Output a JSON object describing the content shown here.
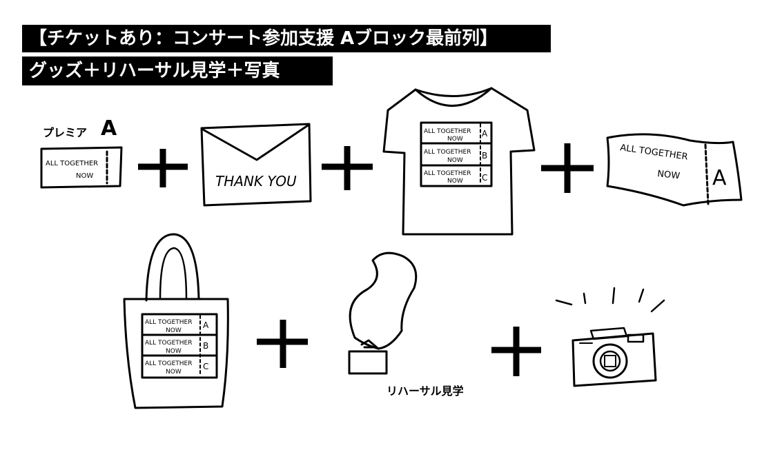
{
  "banners": {
    "line1": "【チケットあり：コンサート参加支援 Aブロック最前列】",
    "line2": "グッズ＋リハーサル見学＋写真"
  },
  "ticket": {
    "badge_label": "プレミア",
    "badge_letter": "A",
    "line1": "ALL TOGETHER",
    "line2": "NOW"
  },
  "envelope": {
    "text": "THANK YOU"
  },
  "tshirt": {
    "rows": [
      {
        "l1": "ALL TOGETHER",
        "l2": "NOW",
        "tag": "A"
      },
      {
        "l1": "ALL TOGETHER",
        "l2": "NOW",
        "tag": "B"
      },
      {
        "l1": "ALL TOGETHER",
        "l2": "NOW",
        "tag": "C"
      }
    ]
  },
  "towel": {
    "line1": "ALL TOGETHER",
    "line2": "NOW",
    "tag": "A"
  },
  "tote": {
    "rows": [
      {
        "l1": "ALL TOGETHER",
        "l2": "NOW",
        "tag": "A"
      },
      {
        "l1": "ALL TOGETHER",
        "l2": "NOW",
        "tag": "B"
      },
      {
        "l1": "ALL TOGETHER",
        "l2": "NOW",
        "tag": "C"
      }
    ]
  },
  "rehearsal": {
    "caption": "リハーサル見学"
  },
  "operators": {
    "plus": "+"
  },
  "colors": {
    "ink": "#000000",
    "paper": "#ffffff"
  }
}
